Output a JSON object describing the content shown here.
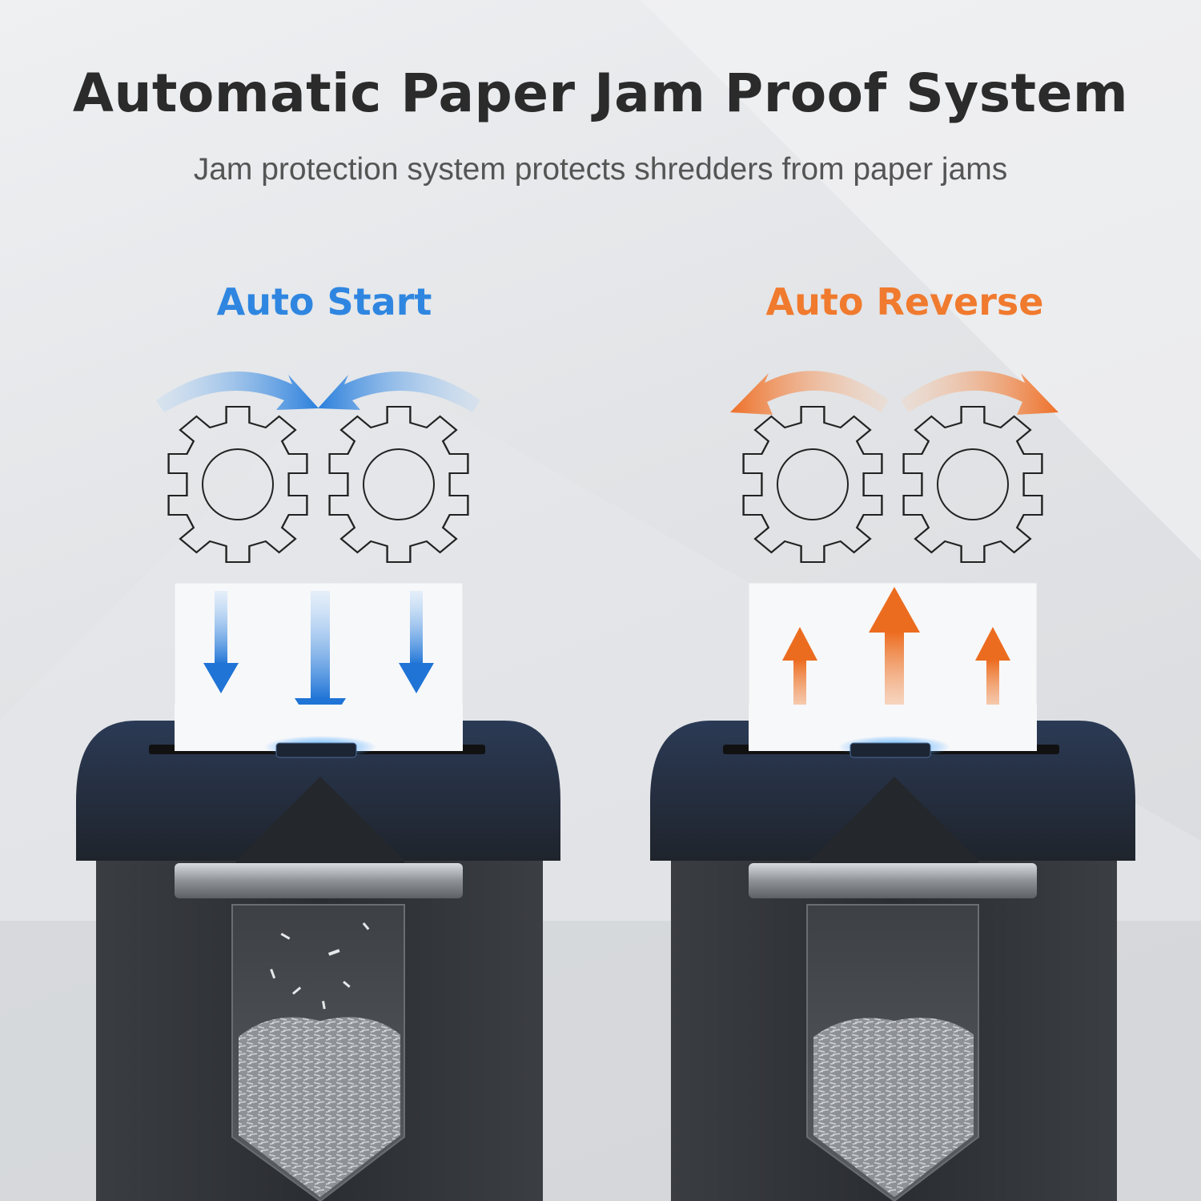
{
  "heading": {
    "title": "Automatic Paper Jam Proof System",
    "subtitle": "Jam protection system protects shredders from paper jams"
  },
  "panels": [
    {
      "label": "Auto Start",
      "accent": "#2f86e0",
      "direction": "down"
    },
    {
      "label": "Auto Reverse",
      "accent": "#f07a2e",
      "direction": "up"
    }
  ],
  "colors": {
    "blue": "#2f86e0",
    "orange": "#f07a2e",
    "shredder_body": "#2e3136",
    "title_text": "#2b2b2b",
    "subtitle_text": "#555555"
  },
  "icons": [
    "gear-icon",
    "rotation-arrow-icon",
    "feed-arrow-icon",
    "paper-shredder"
  ]
}
